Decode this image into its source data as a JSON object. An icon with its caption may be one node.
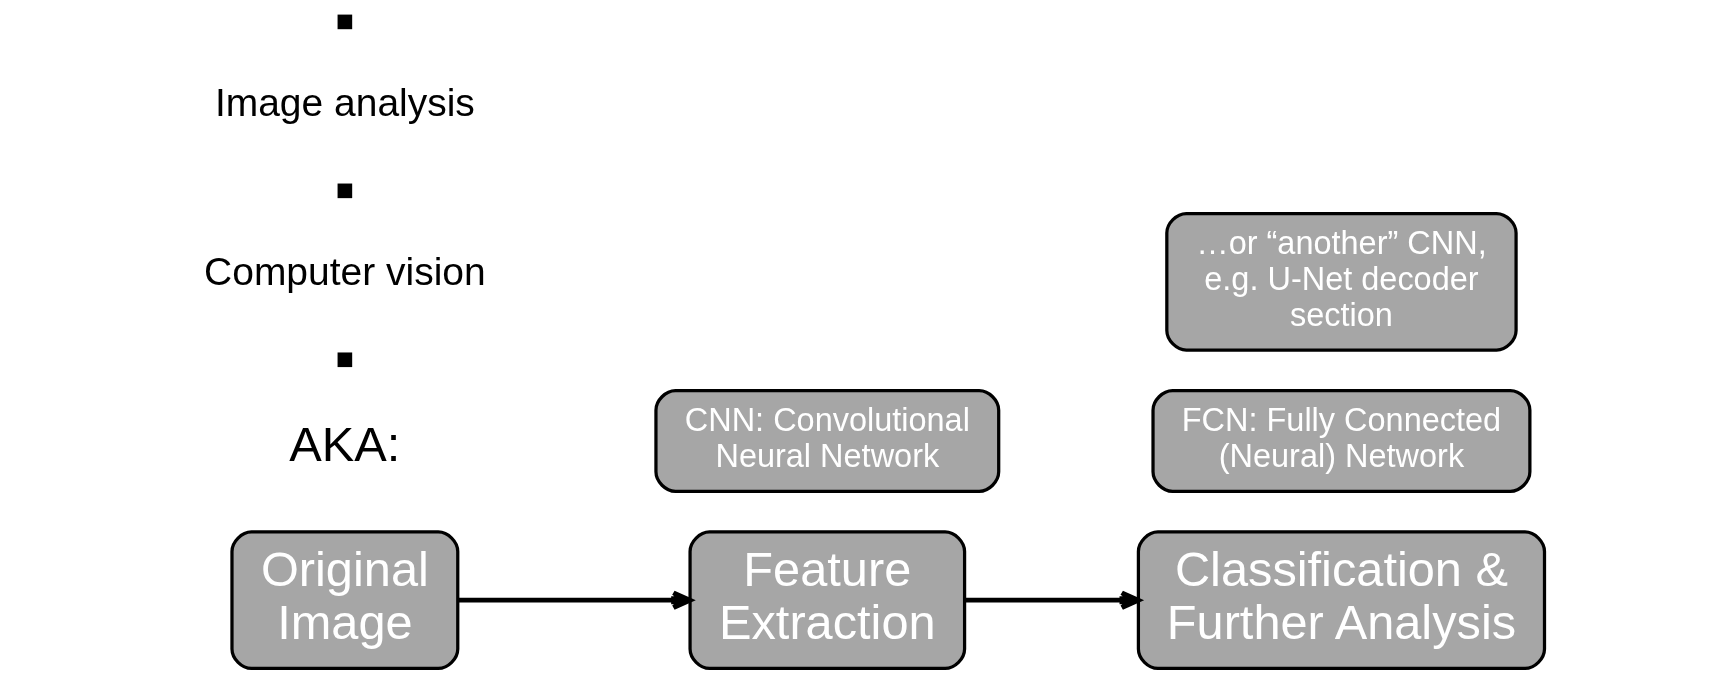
{
  "diagram": {
    "nodes": [
      {
        "text": [
          "Original Image"
        ]
      },
      {
        "text": [
          "Feature Extraction"
        ]
      },
      {
        "text": [
          "Classification & Further Analysis"
        ]
      },
      {
        "text": [
          "CNN: Convolutional Neural Network"
        ]
      },
      {
        "text": [
          "FCN: Fully Connected (Neural) Network"
        ]
      },
      {
        "text": [
          "…or “another” CNN, e.g. U-Net decoder section"
        ]
      }
    ],
    "edges": [
      {
        "from": 0,
        "to": 1,
        "arrow": "to"
      },
      {
        "from": 1,
        "to": 2,
        "arrow": "to"
      }
    ],
    "labels": [
      "AKA:",
      "Computer vision",
      "Image analysis"
    ]
  }
}
